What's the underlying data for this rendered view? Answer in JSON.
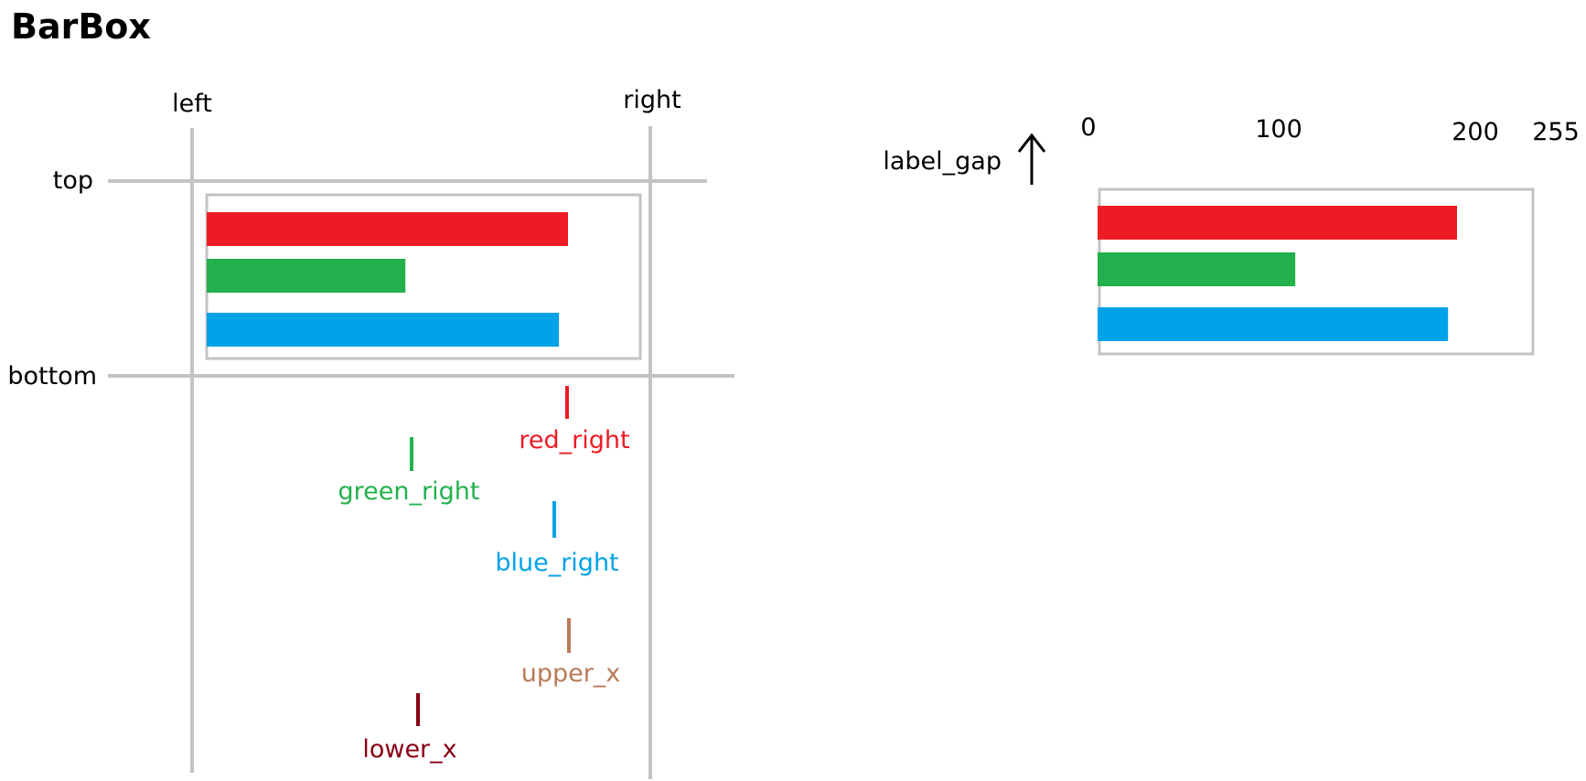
{
  "title": "BarBox",
  "colors": {
    "red": "#ed1c24",
    "green": "#22b14c",
    "blue": "#00a2e8",
    "upper_x": "#b97a57",
    "lower_x": "#880015",
    "guide": "#c3c3c3",
    "text": "#000000"
  },
  "left_diagram": {
    "edge_labels": {
      "left": "left",
      "right": "right",
      "top": "top",
      "bottom": "bottom"
    },
    "markers": [
      {
        "key": "red_right",
        "label": "red_right",
        "color_key": "red"
      },
      {
        "key": "green_right",
        "label": "green_right",
        "color_key": "green"
      },
      {
        "key": "blue_right",
        "label": "blue_right",
        "color_key": "blue"
      },
      {
        "key": "upper_x",
        "label": "upper_x",
        "color_key": "upper_x"
      },
      {
        "key": "lower_x",
        "label": "lower_x",
        "color_key": "lower_x"
      }
    ]
  },
  "right_diagram": {
    "gap_label": "label_gap",
    "scale_ticks": [
      "0",
      "100",
      "200",
      "255"
    ],
    "scale_max": 255
  },
  "chart_data": {
    "type": "bar",
    "orientation": "horizontal",
    "categories": [
      "red",
      "green",
      "blue"
    ],
    "values": [
      200,
      110,
      195
    ],
    "xlim": [
      0,
      255
    ],
    "title": "",
    "xlabel": "",
    "ylabel": "",
    "grid": false
  }
}
